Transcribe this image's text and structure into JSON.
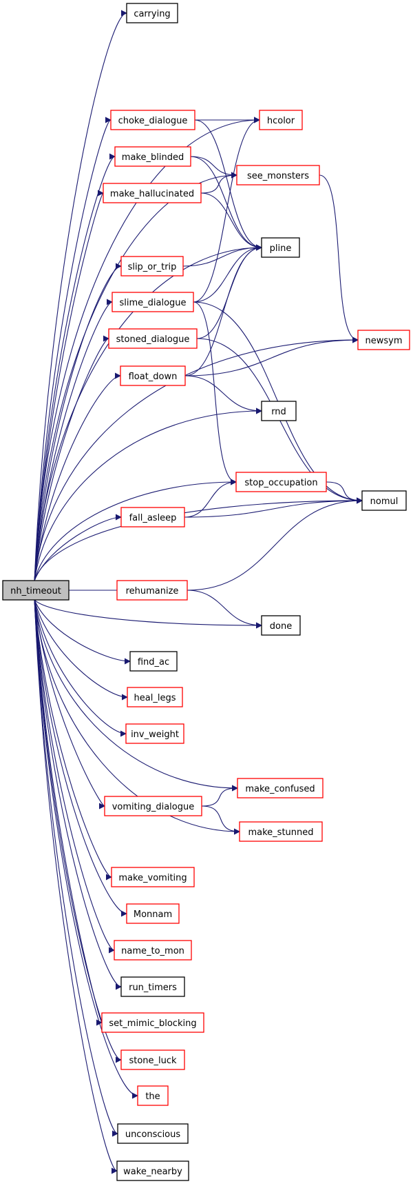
{
  "graph": {
    "colors": {
      "edge": "#191970",
      "root_fill": "#bfbfbf",
      "undocumented_border": "#ff0000",
      "documented_border": "#000000"
    },
    "nodes": {
      "nh_timeout": {
        "label": "nh_timeout",
        "kind": "root"
      },
      "carrying": {
        "label": "carrying",
        "kind": "documented"
      },
      "choke_dialogue": {
        "label": "choke_dialogue",
        "kind": "undocumented"
      },
      "hcolor": {
        "label": "hcolor",
        "kind": "undocumented"
      },
      "make_blinded": {
        "label": "make_blinded",
        "kind": "undocumented"
      },
      "see_monsters": {
        "label": "see_monsters",
        "kind": "undocumented"
      },
      "make_hallucinated": {
        "label": "make_hallucinated",
        "kind": "undocumented"
      },
      "pline": {
        "label": "pline",
        "kind": "documented"
      },
      "slip_or_trip": {
        "label": "slip_or_trip",
        "kind": "undocumented"
      },
      "slime_dialogue": {
        "label": "slime_dialogue",
        "kind": "undocumented"
      },
      "stoned_dialogue": {
        "label": "stoned_dialogue",
        "kind": "undocumented"
      },
      "newsym": {
        "label": "newsym",
        "kind": "undocumented"
      },
      "float_down": {
        "label": "float_down",
        "kind": "undocumented"
      },
      "rnd": {
        "label": "rnd",
        "kind": "documented"
      },
      "stop_occupation": {
        "label": "stop_occupation",
        "kind": "undocumented"
      },
      "nomul": {
        "label": "nomul",
        "kind": "documented"
      },
      "fall_asleep": {
        "label": "fall_asleep",
        "kind": "undocumented"
      },
      "rehumanize": {
        "label": "rehumanize",
        "kind": "undocumented"
      },
      "done": {
        "label": "done",
        "kind": "documented"
      },
      "find_ac": {
        "label": "find_ac",
        "kind": "documented"
      },
      "heal_legs": {
        "label": "heal_legs",
        "kind": "undocumented"
      },
      "inv_weight": {
        "label": "inv_weight",
        "kind": "undocumented"
      },
      "make_confused": {
        "label": "make_confused",
        "kind": "undocumented"
      },
      "vomiting_dialogue": {
        "label": "vomiting_dialogue",
        "kind": "undocumented"
      },
      "make_stunned": {
        "label": "make_stunned",
        "kind": "undocumented"
      },
      "make_vomiting": {
        "label": "make_vomiting",
        "kind": "undocumented"
      },
      "Monnam": {
        "label": "Monnam",
        "kind": "undocumented"
      },
      "name_to_mon": {
        "label": "name_to_mon",
        "kind": "undocumented"
      },
      "run_timers": {
        "label": "run_timers",
        "kind": "documented"
      },
      "set_mimic_blocking": {
        "label": "set_mimic_blocking",
        "kind": "undocumented"
      },
      "stone_luck": {
        "label": "stone_luck",
        "kind": "undocumented"
      },
      "the": {
        "label": "the",
        "kind": "undocumented"
      },
      "unconscious": {
        "label": "unconscious",
        "kind": "documented"
      },
      "wake_nearby": {
        "label": "wake_nearby",
        "kind": "documented"
      }
    },
    "edges": [
      [
        "nh_timeout",
        "carrying"
      ],
      [
        "nh_timeout",
        "hcolor"
      ],
      [
        "nh_timeout",
        "see_monsters"
      ],
      [
        "nh_timeout",
        "choke_dialogue"
      ],
      [
        "nh_timeout",
        "make_blinded"
      ],
      [
        "nh_timeout",
        "make_hallucinated"
      ],
      [
        "nh_timeout",
        "pline"
      ],
      [
        "nh_timeout",
        "slip_or_trip"
      ],
      [
        "nh_timeout",
        "slime_dialogue"
      ],
      [
        "nh_timeout",
        "stoned_dialogue"
      ],
      [
        "nh_timeout",
        "float_down"
      ],
      [
        "nh_timeout",
        "rnd"
      ],
      [
        "nh_timeout",
        "newsym"
      ],
      [
        "nh_timeout",
        "stop_occupation"
      ],
      [
        "nh_timeout",
        "fall_asleep"
      ],
      [
        "nh_timeout",
        "nomul"
      ],
      [
        "nh_timeout",
        "rehumanize"
      ],
      [
        "nh_timeout",
        "done"
      ],
      [
        "nh_timeout",
        "find_ac"
      ],
      [
        "nh_timeout",
        "heal_legs"
      ],
      [
        "nh_timeout",
        "inv_weight"
      ],
      [
        "nh_timeout",
        "make_confused"
      ],
      [
        "nh_timeout",
        "vomiting_dialogue"
      ],
      [
        "nh_timeout",
        "make_stunned"
      ],
      [
        "nh_timeout",
        "make_vomiting"
      ],
      [
        "nh_timeout",
        "Monnam"
      ],
      [
        "nh_timeout",
        "name_to_mon"
      ],
      [
        "nh_timeout",
        "run_timers"
      ],
      [
        "nh_timeout",
        "set_mimic_blocking"
      ],
      [
        "nh_timeout",
        "stone_luck"
      ],
      [
        "nh_timeout",
        "the"
      ],
      [
        "nh_timeout",
        "unconscious"
      ],
      [
        "nh_timeout",
        "wake_nearby"
      ],
      [
        "choke_dialogue",
        "hcolor"
      ],
      [
        "choke_dialogue",
        "pline"
      ],
      [
        "make_blinded",
        "see_monsters"
      ],
      [
        "make_blinded",
        "pline"
      ],
      [
        "make_hallucinated",
        "see_monsters"
      ],
      [
        "make_hallucinated",
        "pline"
      ],
      [
        "see_monsters",
        "newsym"
      ],
      [
        "slip_or_trip",
        "pline"
      ],
      [
        "slime_dialogue",
        "hcolor"
      ],
      [
        "slime_dialogue",
        "pline"
      ],
      [
        "slime_dialogue",
        "stop_occupation"
      ],
      [
        "slime_dialogue",
        "nomul"
      ],
      [
        "stoned_dialogue",
        "pline"
      ],
      [
        "stoned_dialogue",
        "nomul"
      ],
      [
        "float_down",
        "pline"
      ],
      [
        "float_down",
        "newsym"
      ],
      [
        "float_down",
        "rnd"
      ],
      [
        "stop_occupation",
        "nomul"
      ],
      [
        "fall_asleep",
        "stop_occupation"
      ],
      [
        "fall_asleep",
        "nomul"
      ],
      [
        "rehumanize",
        "nomul"
      ],
      [
        "rehumanize",
        "done"
      ],
      [
        "vomiting_dialogue",
        "make_confused"
      ],
      [
        "vomiting_dialogue",
        "make_stunned"
      ]
    ]
  }
}
